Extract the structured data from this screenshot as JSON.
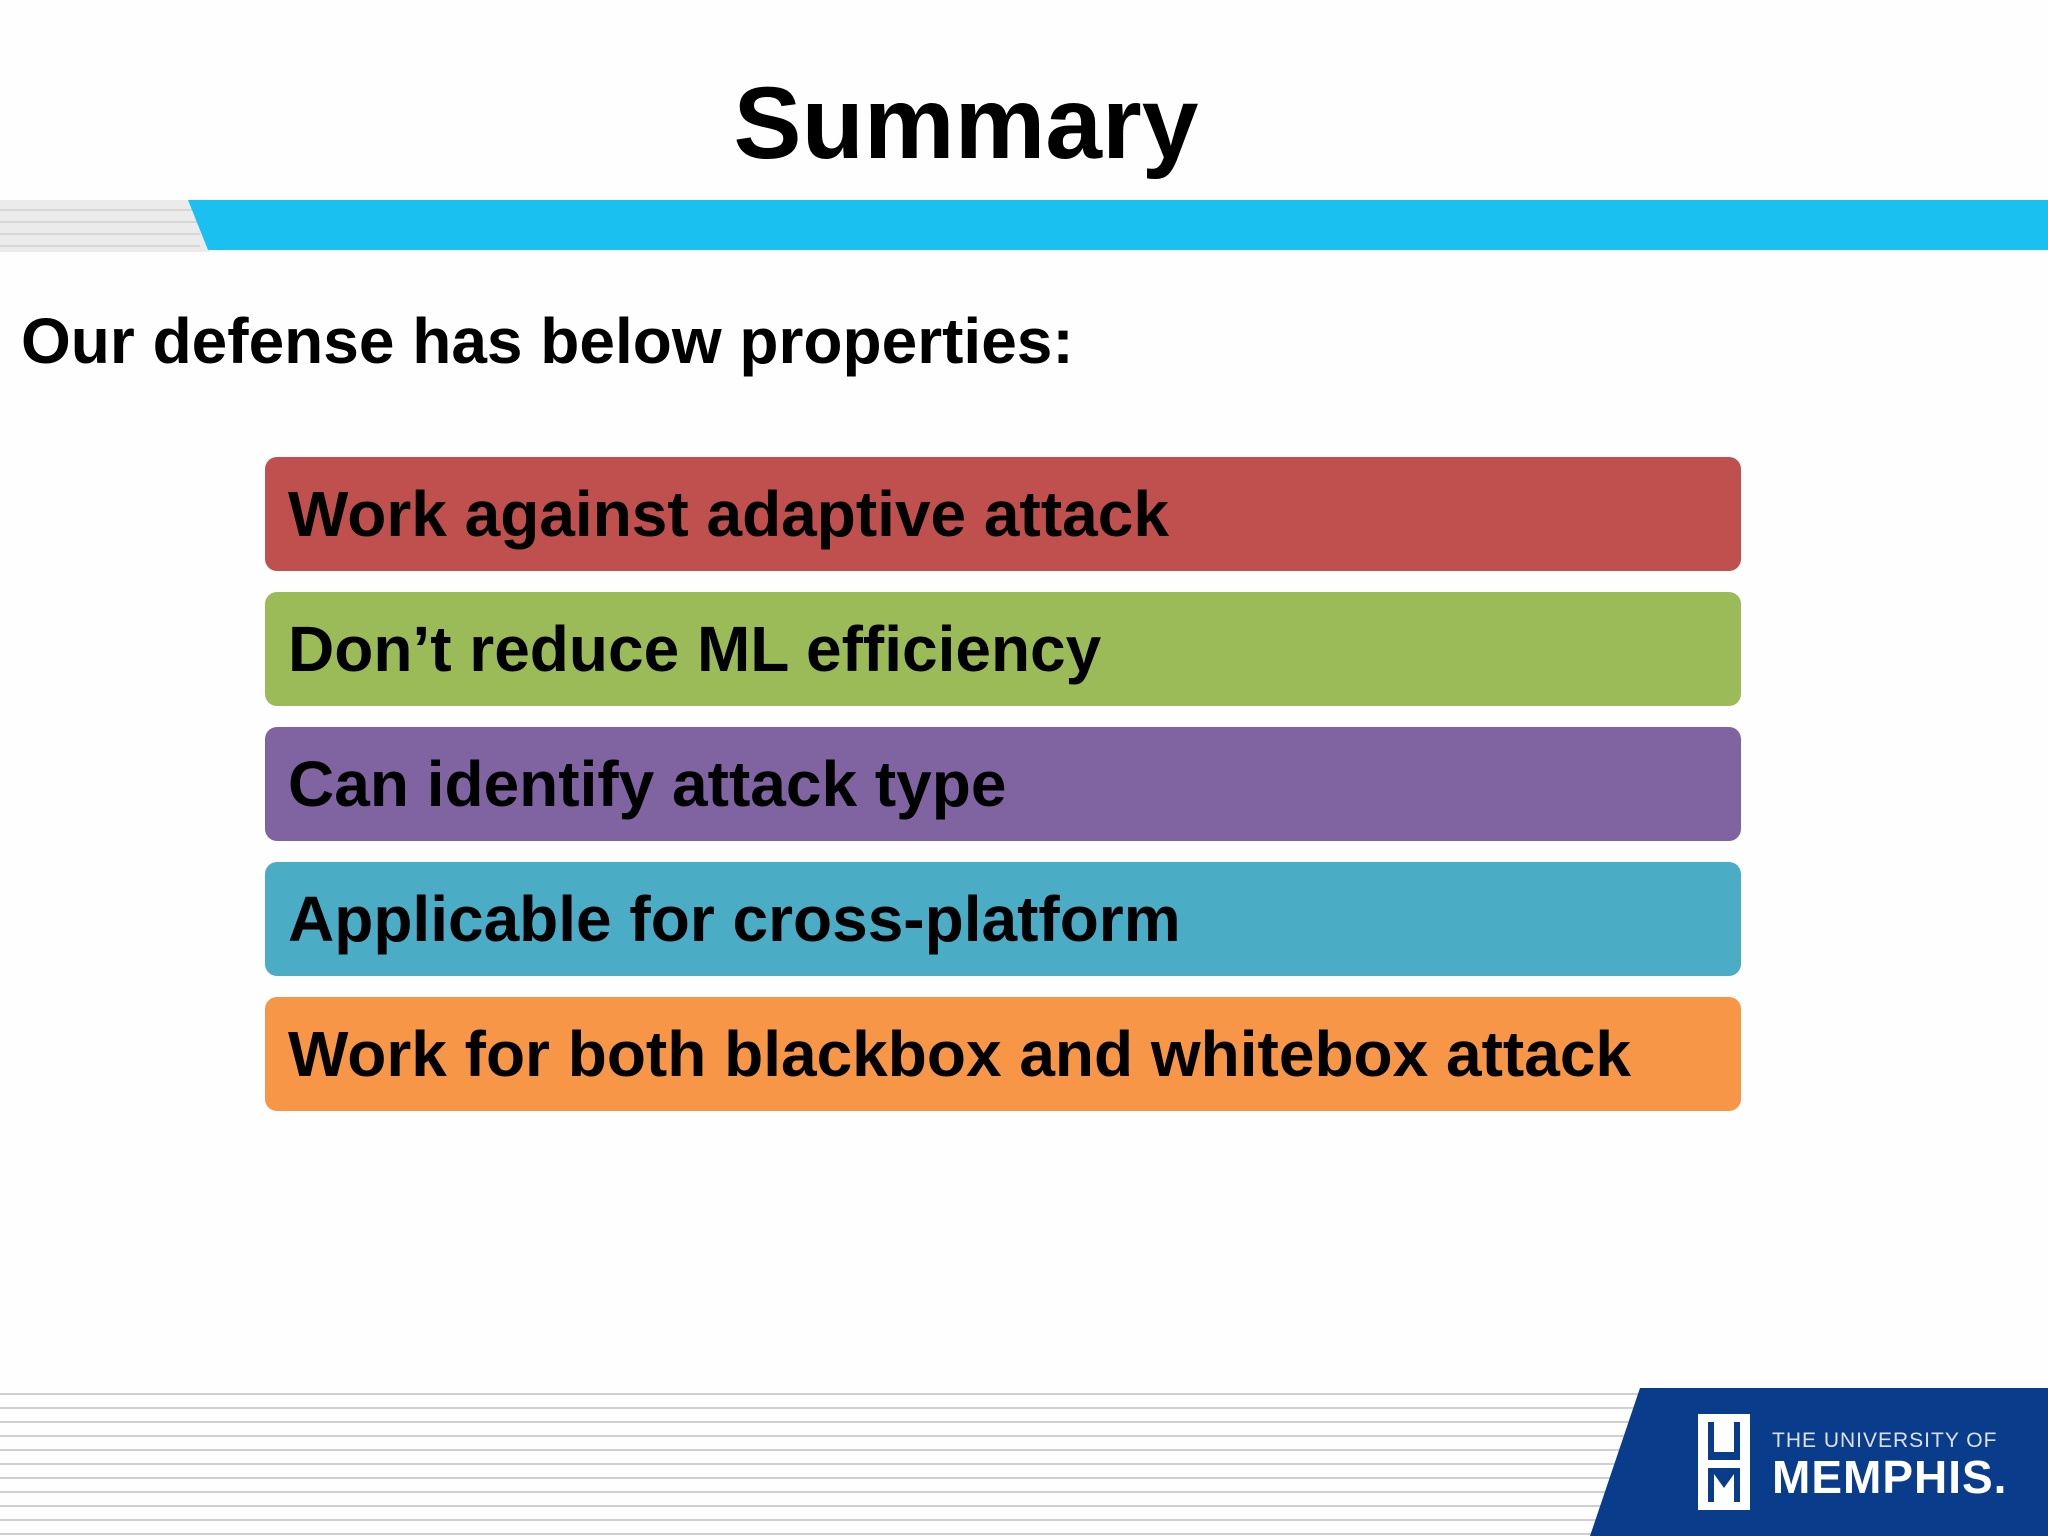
{
  "slide": {
    "title": "Summary",
    "intro": "Our defense has below properties:",
    "properties": [
      {
        "label": "Work against adaptive attack",
        "color": "#c0504d"
      },
      {
        "label": "Don’t reduce ML efficiency",
        "color": "#9bbb59"
      },
      {
        "label": "Can identify attack type",
        "color": "#8064a2"
      },
      {
        "label": "Applicable for cross-platform",
        "color": "#4bacc6"
      },
      {
        "label": "Work for both blackbox and whitebox attack",
        "color": "#f79646"
      }
    ]
  },
  "branding": {
    "line1": "THE UNIVERSITY OF",
    "line2": "MEMPHIS.",
    "accent_color": "#1ac0f0",
    "logo_color": "#0a3c8c"
  }
}
